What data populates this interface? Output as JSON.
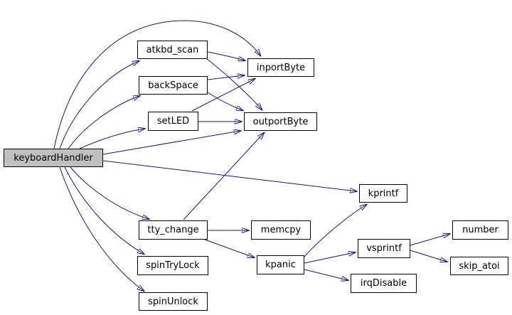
{
  "diagram": {
    "type": "call-graph",
    "background_color": "#ffffff",
    "edge_color": "#191970",
    "node_fill": "#ffffff",
    "node_border_color": "#000000",
    "root_node_fill": "#c0c0c0",
    "nodes": [
      {
        "id": "keyboardHandler",
        "label": "keyboardHandler",
        "root": true
      },
      {
        "id": "atkbd_scan",
        "label": "atkbd_scan"
      },
      {
        "id": "backSpace",
        "label": "backSpace"
      },
      {
        "id": "setLED",
        "label": "setLED"
      },
      {
        "id": "inportByte",
        "label": "inportByte"
      },
      {
        "id": "outportByte",
        "label": "outportByte"
      },
      {
        "id": "kprintf",
        "label": "kprintf"
      },
      {
        "id": "tty_change",
        "label": "tty_change"
      },
      {
        "id": "memcpy",
        "label": "memcpy"
      },
      {
        "id": "spinTryLock",
        "label": "spinTryLock"
      },
      {
        "id": "kpanic",
        "label": "kpanic"
      },
      {
        "id": "vsprintf",
        "label": "vsprintf"
      },
      {
        "id": "irqDisable",
        "label": "irqDisable"
      },
      {
        "id": "spinUnlock",
        "label": "spinUnlock"
      },
      {
        "id": "number",
        "label": "number"
      },
      {
        "id": "skip_atoi",
        "label": "skip_atoi"
      }
    ],
    "edges": [
      {
        "from": "keyboardHandler",
        "to": "inportByte"
      },
      {
        "from": "keyboardHandler",
        "to": "atkbd_scan"
      },
      {
        "from": "keyboardHandler",
        "to": "backSpace"
      },
      {
        "from": "keyboardHandler",
        "to": "setLED"
      },
      {
        "from": "keyboardHandler",
        "to": "outportByte"
      },
      {
        "from": "keyboardHandler",
        "to": "kprintf"
      },
      {
        "from": "keyboardHandler",
        "to": "tty_change"
      },
      {
        "from": "keyboardHandler",
        "to": "spinTryLock"
      },
      {
        "from": "keyboardHandler",
        "to": "spinUnlock"
      },
      {
        "from": "atkbd_scan",
        "to": "inportByte"
      },
      {
        "from": "atkbd_scan",
        "to": "outportByte"
      },
      {
        "from": "backSpace",
        "to": "inportByte"
      },
      {
        "from": "backSpace",
        "to": "outportByte"
      },
      {
        "from": "setLED",
        "to": "inportByte"
      },
      {
        "from": "setLED",
        "to": "outportByte"
      },
      {
        "from": "tty_change",
        "to": "outportByte"
      },
      {
        "from": "tty_change",
        "to": "memcpy"
      },
      {
        "from": "tty_change",
        "to": "kpanic"
      },
      {
        "from": "kpanic",
        "to": "kprintf"
      },
      {
        "from": "kpanic",
        "to": "vsprintf"
      },
      {
        "from": "kpanic",
        "to": "irqDisable"
      },
      {
        "from": "vsprintf",
        "to": "number"
      },
      {
        "from": "vsprintf",
        "to": "skip_atoi"
      }
    ]
  }
}
